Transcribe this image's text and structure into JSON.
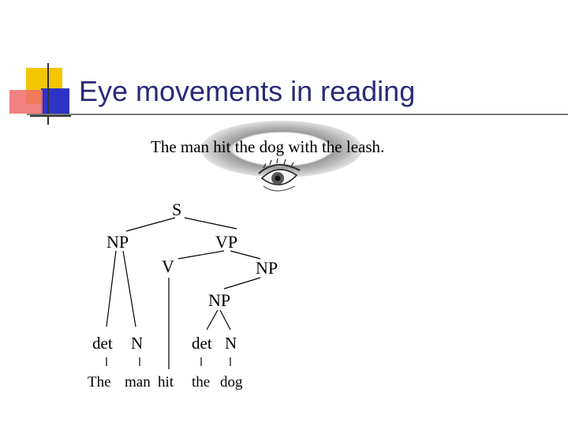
{
  "slide": {
    "title": "Eye movements in reading",
    "sentence": "The man hit the dog with the leash.",
    "accent_colors": {
      "yellow": "#f4c500",
      "red": "#e8373b",
      "blue": "#2e33c6",
      "title": "#2a2a7a"
    }
  },
  "tree": {
    "nodes": {
      "s": "S",
      "np1": "NP",
      "vp": "VP",
      "v": "V",
      "np2": "NP",
      "np3": "NP",
      "det1": "det",
      "n1": "N",
      "det2": "det",
      "n2": "N"
    },
    "words": {
      "w1": "The",
      "w2": "man",
      "w3": "hit",
      "w4": "the",
      "w5": "dog"
    }
  },
  "icons": {
    "logo": "logo-squares-icon",
    "eye": "eye-icon",
    "eye_ring": "eye-ring-icon"
  }
}
